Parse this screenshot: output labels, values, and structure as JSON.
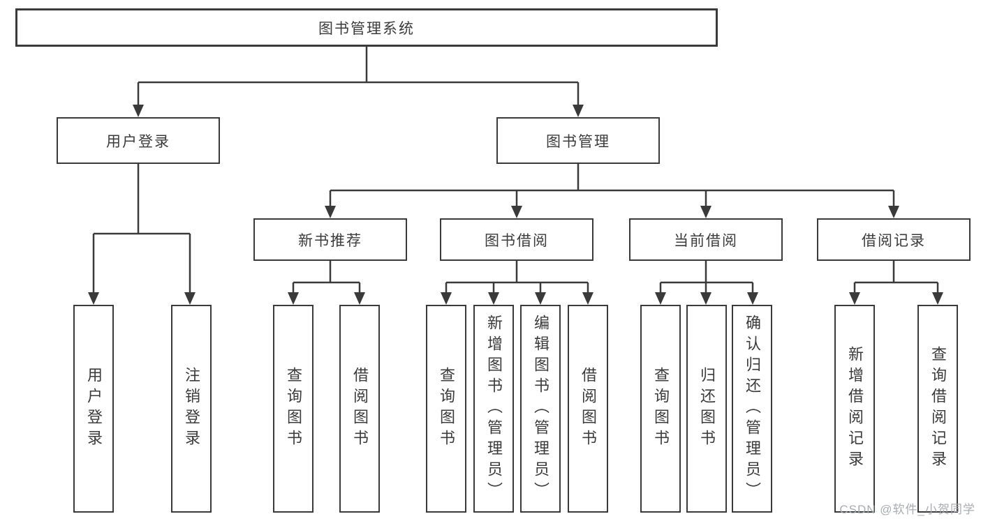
{
  "watermark": "CSDN @软件_小贺同学",
  "colors": {
    "line": "#3a3a3a",
    "box_border": "#3a3a3a",
    "text": "#3b3b3b",
    "box_background": "#ffffff",
    "watermark": "#a5a8af"
  },
  "tree": {
    "label": "图书管理系统",
    "children": [
      {
        "label": "用户登录",
        "children": [
          {
            "label": "用户登录"
          },
          {
            "label": "注销登录"
          }
        ]
      },
      {
        "label": "图书管理",
        "children": [
          {
            "label": "新书推荐",
            "children": [
              {
                "label": "查询图书"
              },
              {
                "label": "借阅图书"
              }
            ]
          },
          {
            "label": "图书借阅",
            "children": [
              {
                "label": "查询图书"
              },
              {
                "label": "新增图书（管理员）"
              },
              {
                "label": "编辑图书（管理员）"
              },
              {
                "label": "借阅图书"
              }
            ]
          },
          {
            "label": "当前借阅",
            "children": [
              {
                "label": "查询图书"
              },
              {
                "label": "归还图书"
              },
              {
                "label": "确认归还（管理员）"
              }
            ]
          },
          {
            "label": "借阅记录",
            "children": [
              {
                "label": "新增借阅记录"
              },
              {
                "label": "查询借阅记录"
              }
            ]
          }
        ]
      }
    ]
  }
}
